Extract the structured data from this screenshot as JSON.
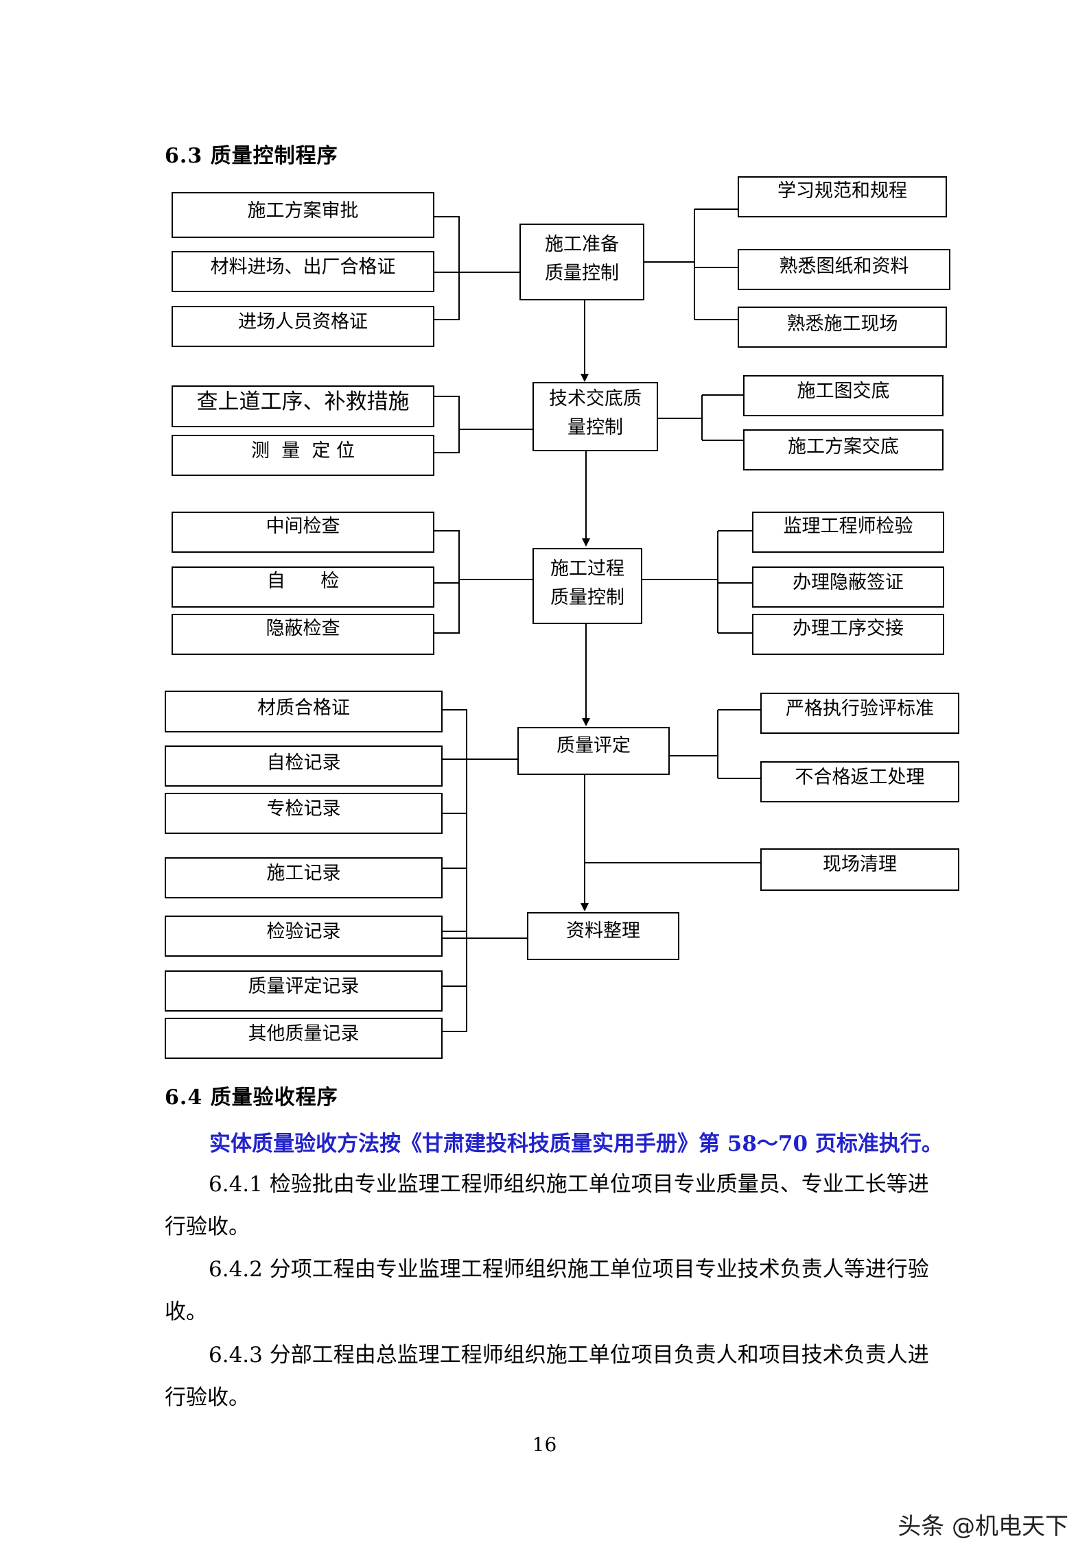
{
  "section_6_3": {
    "title": "6.3  质量控制程序"
  },
  "flowchart": {
    "center": {
      "prep": "施工准备\n质量控制",
      "tech": "技术交底质\n量控制",
      "process": "施工过程\n质量控制",
      "eval": "质量评定",
      "docs": "资料整理"
    },
    "prep_left": [
      "施工方案审批",
      "材料进场、出厂合格证",
      "进场人员资格证"
    ],
    "prep_right": [
      "学习规范和规程",
      "熟悉图纸和资料",
      "熟悉施工现场"
    ],
    "tech_left": [
      "查上道工序、补救措施",
      "测  量  定 位"
    ],
    "tech_right": [
      "施工图交底",
      "施工方案交底"
    ],
    "process_left": [
      "中间检查",
      "自      检",
      "隐蔽检查"
    ],
    "process_right": [
      "监理工程师检验",
      "办理隐蔽签证",
      "办理工序交接"
    ],
    "eval_right": [
      "严格执行验评标准",
      "不合格返工处理"
    ],
    "cleanup": "现场清理",
    "records_left": [
      "材质合格证",
      "自检记录",
      "专检记录",
      "施工记录",
      "检验记录",
      "质量评定记录",
      "其他质量记录"
    ]
  },
  "section_6_4": {
    "title": "6.4  质量验收程序",
    "highlight": "实体质量验收方法按《甘肃建投科技质量实用手册》第 58～70 页标准执行。",
    "p1": "6.4.1 检验批由专业监理工程师组织施工单位项目专业质量员、专业工长等进行验收。",
    "p2": "6.4.2 分项工程由专业监理工程师组织施工单位项目专业技术负责人等进行验收。",
    "p3": "6.4.3 分部工程由总监理工程师组织施工单位项目负责人和项目技术负责人进行验收。"
  },
  "page_number": "16",
  "watermark": "头条 @机电天下",
  "colors": {
    "highlight": "#2222cc",
    "text": "#000000"
  }
}
